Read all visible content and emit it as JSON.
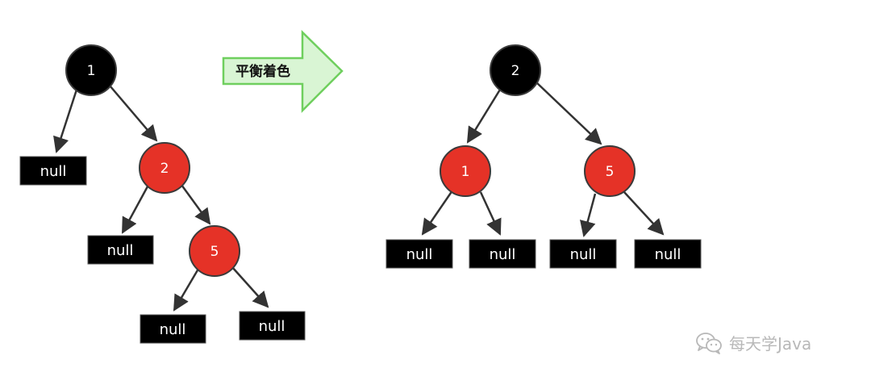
{
  "left_tree": {
    "nodes": [
      {
        "key": "1",
        "color": "black"
      },
      {
        "key": "2",
        "color": "red"
      },
      {
        "key": "5",
        "color": "red"
      }
    ],
    "nulls": [
      "null",
      "null",
      "null",
      "null"
    ]
  },
  "transform_arrow": {
    "label": "平衡着色"
  },
  "right_tree": {
    "nodes": [
      {
        "key": "2",
        "color": "black"
      },
      {
        "key": "1",
        "color": "red"
      },
      {
        "key": "5",
        "color": "red"
      }
    ],
    "nulls": [
      "null",
      "null",
      "null",
      "null"
    ]
  },
  "watermark": {
    "text": "每天学Java",
    "icon": "wechat-icon"
  },
  "colors": {
    "black_node": "#000000",
    "red_node": "#e53227",
    "node_stroke": "#3a3a3a",
    "null_box": "#000000",
    "edge": "#333333",
    "arrow_fill": "#d9f5d4",
    "arrow_stroke": "#6fcf5e",
    "watermark": "#b8b8b8"
  }
}
